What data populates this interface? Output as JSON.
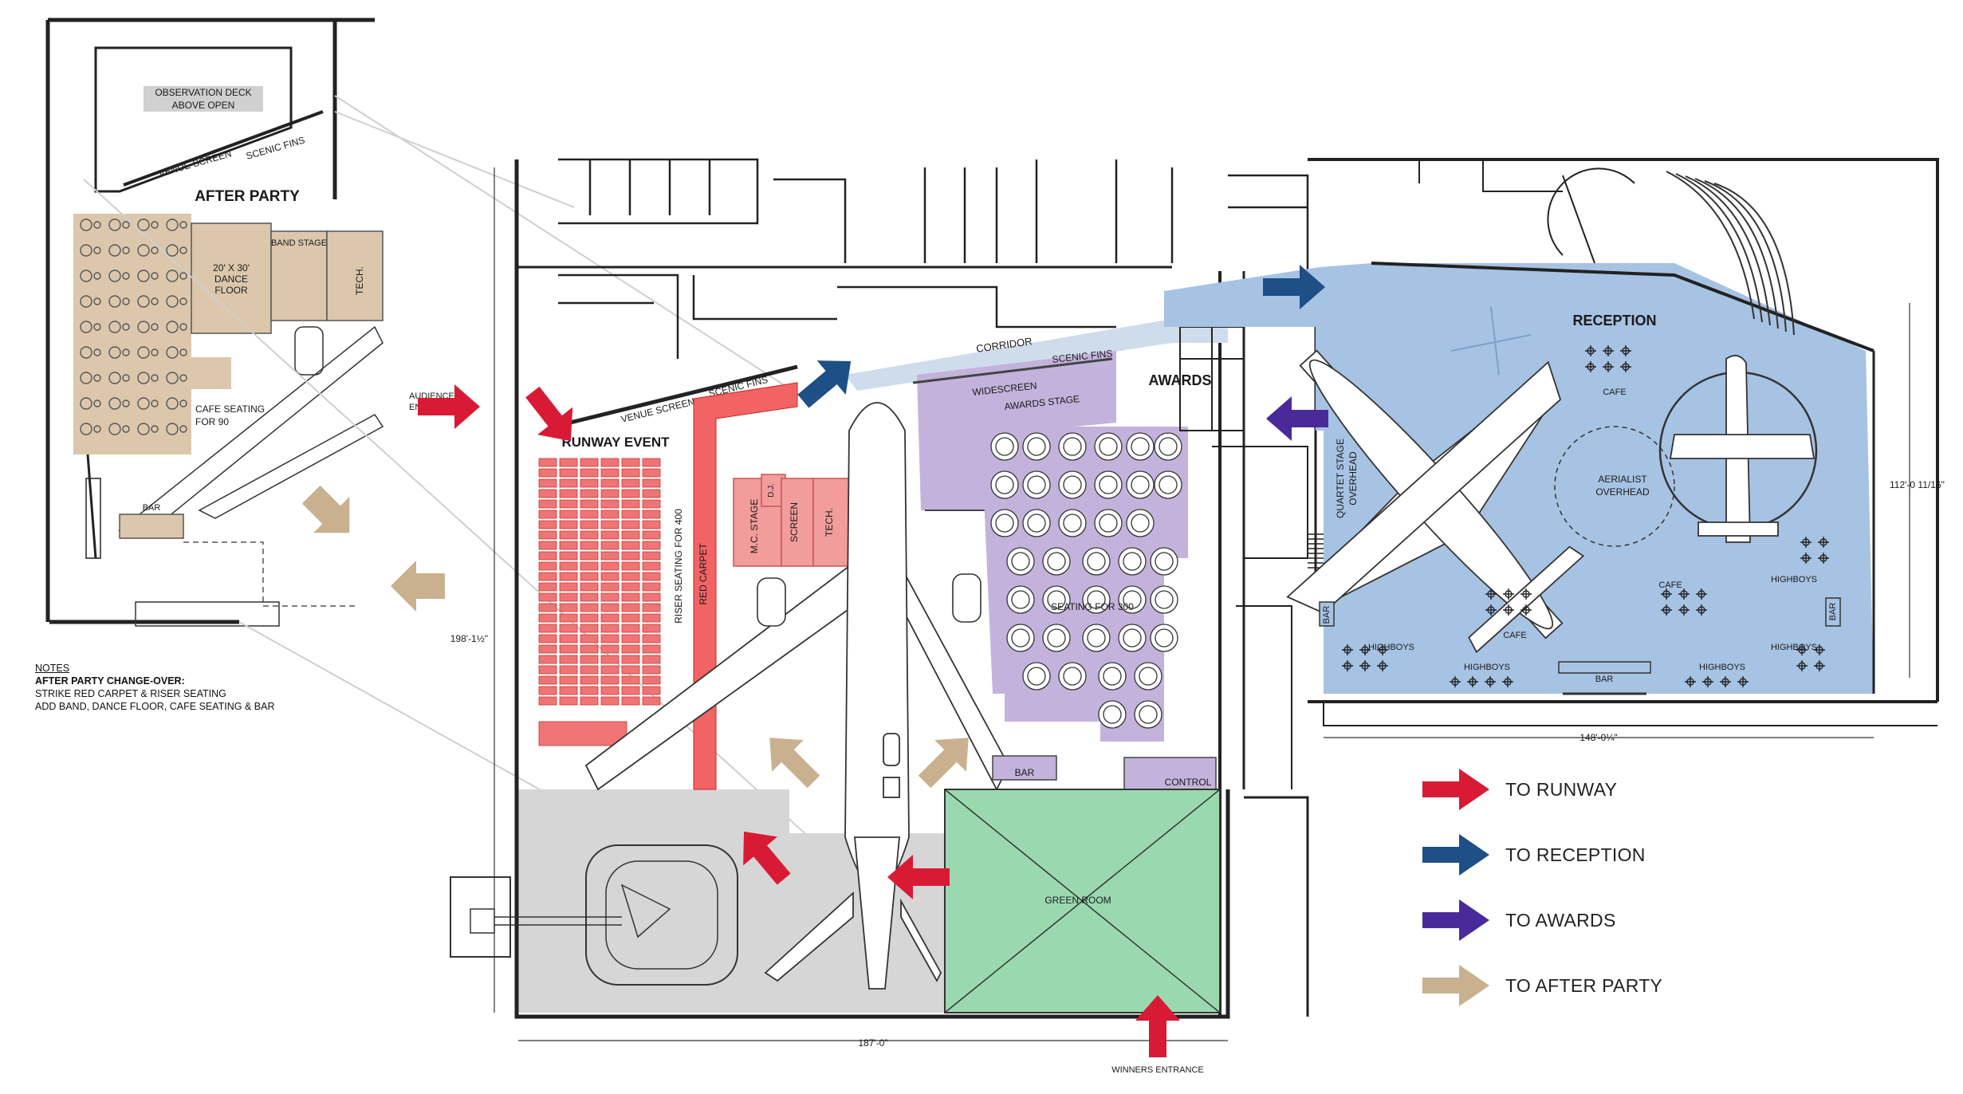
{
  "labels": {
    "observation_deck": [
      "OBSERVATION DECK",
      "ABOVE OPEN"
    ],
    "after_party": "AFTER PARTY",
    "venue_screen_top": "VENUE SCREEN",
    "scenic_fins_top": "SCENIC FINS",
    "band_stage": "BAND STAGE",
    "dance_floor": [
      "20' X 30'",
      "DANCE",
      "FLOOR"
    ],
    "tech_after": "TECH.",
    "cafe_seating": [
      "CAFE SEATING",
      "FOR 90"
    ],
    "bar_after": "BAR",
    "audience_entrance": [
      "AUDIENCE",
      "ENTRANCE"
    ],
    "venue_screen": "VENUE SCREEN",
    "scenic_fins": "SCENIC FINS",
    "runway_event": "RUNWAY EVENT",
    "riser_seating": "RISER SEATING FOR 400",
    "red_carpet": "RED CARPET",
    "mc_stage": "M.C. STAGE",
    "dj": "D.J.",
    "screen": "SCREEN",
    "tech": "TECH.",
    "corridor": "CORRIDOR",
    "scenic_fins_awards": "SCENIC FINS",
    "widescreen": "WIDESCREEN",
    "awards_stage": "AWARDS STAGE",
    "awards": "AWARDS",
    "seating_300": "SEATING FOR 300",
    "bar_awards": "BAR",
    "control": "CONTROL",
    "green_room": "GREEN ROOM",
    "winners_entrance": "WINNERS ENTRANCE",
    "reception": "RECEPTION",
    "quartet_stage": [
      "QUARTET STAGE",
      "OVERHEAD"
    ],
    "cafe_top": "CAFE",
    "aerialist": [
      "AERIALIST",
      "OVERHEAD"
    ],
    "cafe_mid": "CAFE",
    "cafe_low": "CAFE",
    "highboys_right_top": "HIGHBOYS",
    "highboys_left": "HIGHBOYS",
    "highboys_center": "HIGHBOYS",
    "highboys_right_mid": "HIGHBOYS",
    "highboys_right_low": "HIGHBOYS",
    "bar_reception_left": "BAR",
    "bar_reception_center": "BAR",
    "bar_reception_right": "BAR"
  },
  "dimensions": {
    "width_main": "187'-0\"",
    "height_main": "198'-1½\"",
    "width_reception": "148'-0¼\"",
    "height_reception": "112'-0 11/16\""
  },
  "notes": {
    "heading": "NOTES",
    "subheading": "AFTER PARTY CHANGE-OVER:",
    "lines": [
      "STRIKE RED CARPET & RISER SEATING",
      "ADD BAND, DANCE FLOOR, CAFE SEATING & BAR"
    ]
  },
  "legend": [
    {
      "label": "TO RUNWAY",
      "color": "#d91a35"
    },
    {
      "label": "TO RECEPTION",
      "color": "#1e4f86"
    },
    {
      "label": "TO AWARDS",
      "color": "#4a2a9a"
    },
    {
      "label": "TO AFTER PARTY",
      "color": "#c9b08f"
    }
  ],
  "colors": {
    "after_party_zone": "#dcc7ad",
    "runway_seating": "#ef7575",
    "red_carpet": "#f26464",
    "stage_block": "#f29c9c",
    "awards_zone": "#c3b3dc",
    "green_room": "#9ad9b0",
    "reception_zone": "#a7c3e3",
    "corridor": "#cfdcec",
    "runway_floor": "#d6d6d6"
  }
}
